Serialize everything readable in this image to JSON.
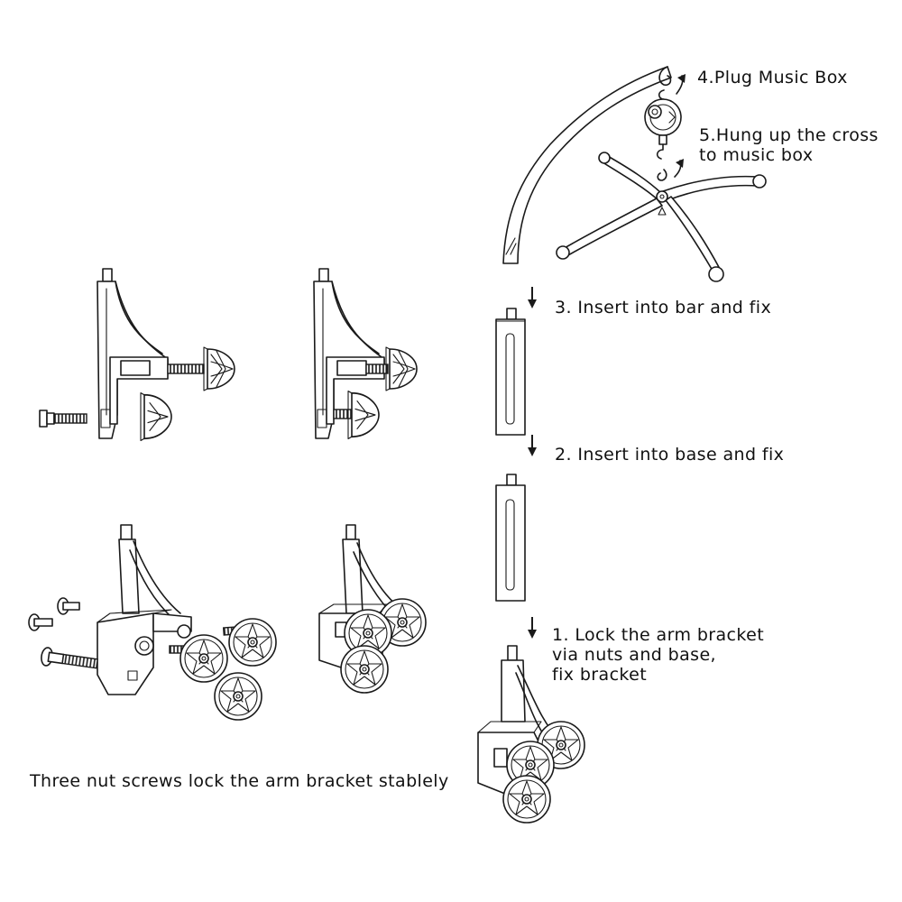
{
  "steps": {
    "step4": "4.Plug Music Box",
    "step5": "5.Hung  up  the cross\n   to music box",
    "step3": "3. Insert into bar and fix",
    "step2": "2. Insert into base and fix",
    "step1": "1. Lock the arm bracket\n    via nuts and base,\n    fix bracket"
  },
  "caption": "Three nut screws lock the arm bracket stablely",
  "icons": [
    "down-arrow-icon",
    "curved-arrow-icon",
    "screw-icon",
    "suction-cup-icon",
    "music-box-icon"
  ]
}
